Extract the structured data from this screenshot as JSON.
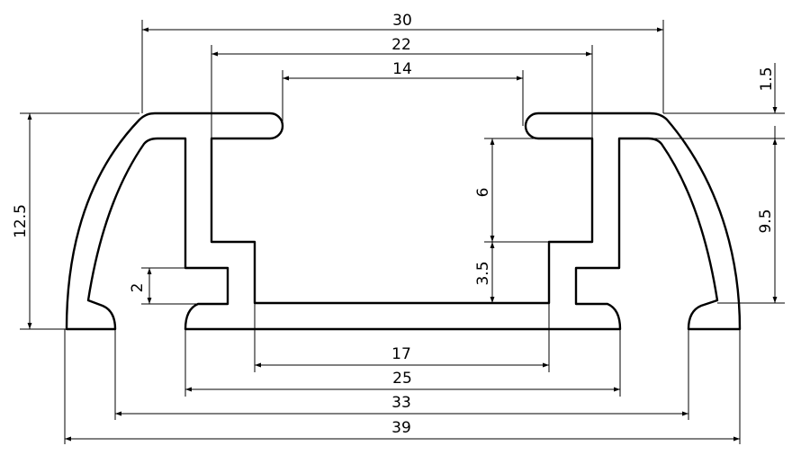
{
  "drawing": {
    "horizontal_dimensions": {
      "overall_top": "30",
      "inner_top": "22",
      "opening": "14",
      "channel_floor": "17",
      "inner_bottom": "25",
      "foot_inner": "33",
      "overall_bottom": "39"
    },
    "vertical_dimensions": {
      "overall_height": "12.5",
      "lip": "1.5",
      "wall": "9.5",
      "upper_channel": "6",
      "lower_channel": "3.5",
      "slot": "2"
    },
    "colors": {
      "line": "#000000",
      "background": "#ffffff"
    }
  }
}
